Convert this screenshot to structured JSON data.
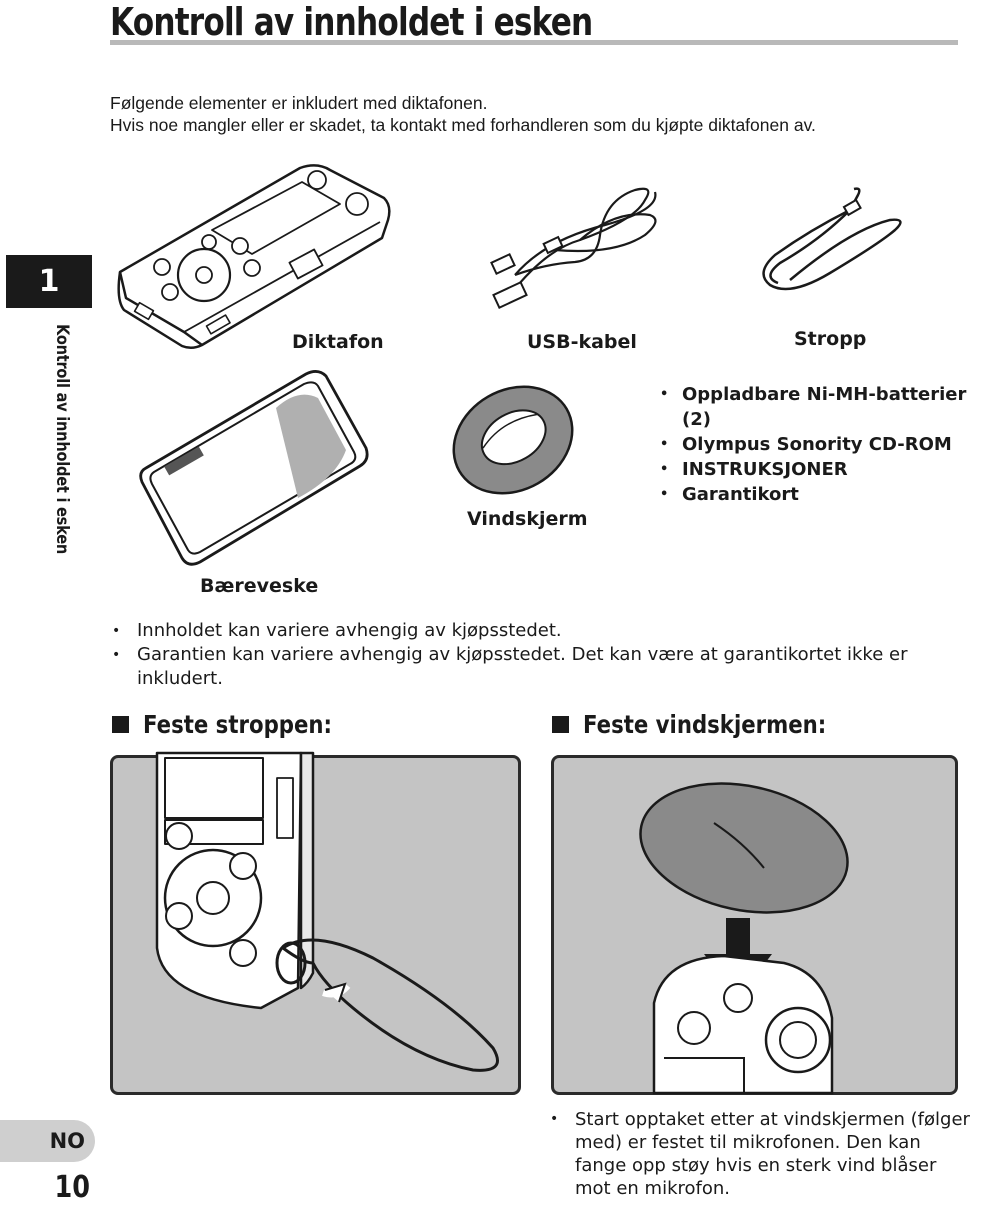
{
  "header": {
    "title": "Kontroll av innholdet i esken"
  },
  "intro": {
    "line1": "Følgende elementer er inkludert med diktafonen.",
    "line2": "Hvis noe mangler eller er skadet, ta kontakt med forhandleren som du kjøpte diktafonen av."
  },
  "chapter": {
    "number": "1",
    "side_label": "Kontroll av innholdet i esken"
  },
  "contents": {
    "labels": {
      "recorder": "Diktafon",
      "usb_cable": "USB-kabel",
      "strap": "Stropp",
      "windscreen": "Vindskjerm",
      "case": "Bæreveske"
    },
    "other_items": [
      "Oppladbare Ni-MH-batterier (2)",
      "Olympus Sonority CD-ROM",
      "INSTRUKSJONER",
      "Garantikort"
    ]
  },
  "notes": [
    "Innholdet kan variere avhengig av kjøpsstedet.",
    "Garantien kan variere avhengig av kjøpsstedet. Det kan være at garantikortet ikke er inkludert."
  ],
  "sections": {
    "strap_heading": "Feste stroppen:",
    "windscreen_heading": "Feste vindskjermen:"
  },
  "tip": "Start opptaket etter at vindskjermen (følger med) er festet til mikrofonen. Den kan fange opp støy hvis en sterk vind blåser mot en mikrofon.",
  "footer": {
    "language": "NO",
    "page_number": "10"
  },
  "colors": {
    "text": "#1a1a1a",
    "panel_bg": "#c4c4c4",
    "rule": "#b9b9b9",
    "windscreen": "#8a8a8a"
  }
}
